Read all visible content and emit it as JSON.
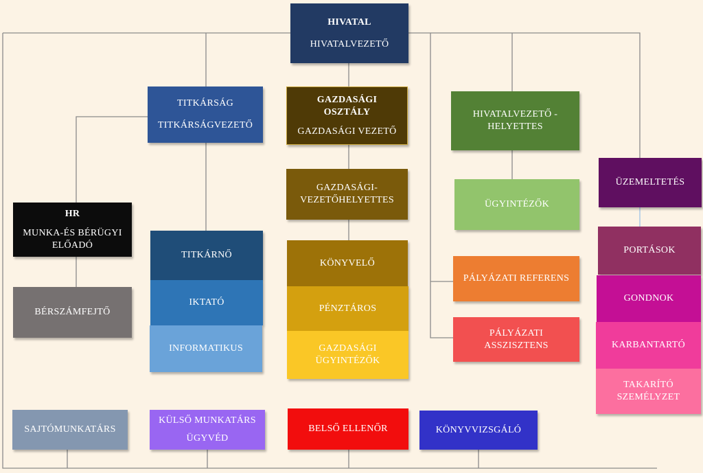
{
  "boxes": {
    "hivatal": {
      "title": "HIVATAL",
      "subtitle": "HIVATALVEZETŐ",
      "color": "#223a63"
    },
    "titkarsag": {
      "title": "TITKÁRSÁG",
      "subtitle": "TITKÁRSÁGVEZETŐ",
      "color": "#2e5597"
    },
    "gazdasagi_osztaly": {
      "title": "GAZDASÁGI OSZTÁLY",
      "subtitle": "GAZDASÁGI VEZETŐ",
      "color": "#4f3a06"
    },
    "hivatalvezeto_helyettes": {
      "title": "HIVATALVEZETŐ - HELYETTES",
      "color": "#538135"
    },
    "uzemeltetes": {
      "title": "ÜZEMELTETÉS",
      "color": "#5f0f60"
    },
    "hr": {
      "title": "HR",
      "subtitle": "MUNKA-ÉS BÉRÜGYI ELŐADÓ",
      "color": "#0c0c0c"
    },
    "gazdasagi_vezetohelyettes": {
      "title": "GAZDASÁGI-VEZETŐHELYETTES",
      "color": "#7a5a0b"
    },
    "ugyintezok": {
      "title": "ÜGYINTÉZŐK",
      "color": "#92c46c"
    },
    "portasok": {
      "title": "PORTÁSOK",
      "color": "#903061"
    },
    "titkarno": {
      "title": "TITKÁRNŐ",
      "color": "#1f4d78"
    },
    "konyvelo": {
      "title": "KÖNYVELŐ",
      "color": "#9d7208"
    },
    "palyazati_referens": {
      "title": "PÁLYÁZATI REFERENS",
      "color": "#ed7d31"
    },
    "gondnok": {
      "title": "GONDNOK",
      "color": "#c40f95"
    },
    "berszamfejto": {
      "title": "BÉRSZÁMFEJTŐ",
      "color": "#767171"
    },
    "iktato": {
      "title": "IKTATÓ",
      "color": "#2e75b6"
    },
    "penztaros": {
      "title": "PÉNZTÁROS",
      "color": "#d4a00f"
    },
    "palyazati_asszisztens": {
      "title": "PÁLYÁZATI ASSZISZTENS",
      "color": "#f25050"
    },
    "karbantarto": {
      "title": "KARBANTARTÓ",
      "color": "#f03c9b"
    },
    "informatikus": {
      "title": "INFORMATIKUS",
      "color": "#6aa3d9"
    },
    "gazdasagi_ugyintezok": {
      "title": "GAZDASÁGI ÜGYINTÉZŐK",
      "color": "#fac726"
    },
    "takarito_szemelyzet": {
      "title": "TAKARÍTÓ SZEMÉLYZET",
      "color": "#fc6f9f"
    },
    "sajtomunkatars": {
      "title": "SAJTÓMUNKATÁRS",
      "color": "#8497b0"
    },
    "kulso_munkatars": {
      "title": "KÜLSŐ MUNKATÁRS",
      "subtitle": "ÜGYVÉD",
      "color": "#9966f2"
    },
    "belso_ellenor": {
      "title": "BELSŐ ELLENŐR",
      "color": "#f20d0d"
    },
    "konyvvizsgalo": {
      "title": "KÖNYVVIZSGÁLÓ",
      "color": "#3232c8"
    }
  },
  "line_color": "#8a8a8a"
}
